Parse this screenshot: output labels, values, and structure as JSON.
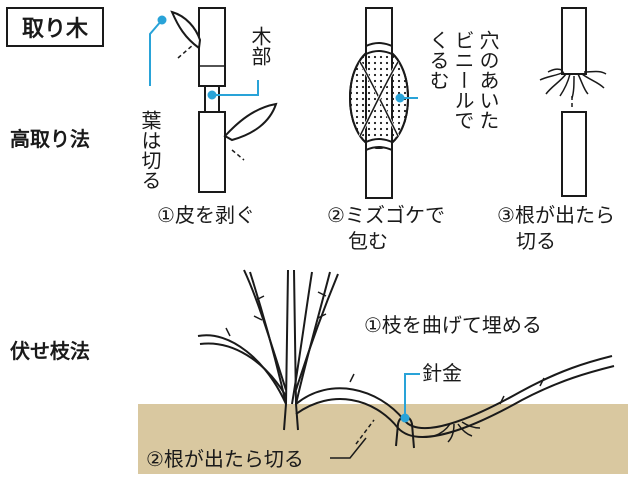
{
  "title_box": "取り木",
  "sections": {
    "takatori": "高取り法",
    "fuseeda": "伏せ枝法"
  },
  "labels": {
    "ha_wa_kiru": "葉は切る",
    "mokubu": "木部",
    "vinyl": [
      "穴のあいた",
      "ビニールで",
      "くるむ"
    ],
    "step1": "①皮を剥ぐ",
    "step2": [
      "②ミズゴケで",
      "包む"
    ],
    "step3": [
      "③根が出たら",
      "切る"
    ],
    "eda_mage": "①枝を曲げて埋める",
    "harigane": "針金",
    "ne_kiru": "②根が出たら切る"
  },
  "colors": {
    "accent": "#29a3d8",
    "soil": "#d9c8a0",
    "line": "#1a1a1a",
    "stem_fill": "#ffffff"
  }
}
